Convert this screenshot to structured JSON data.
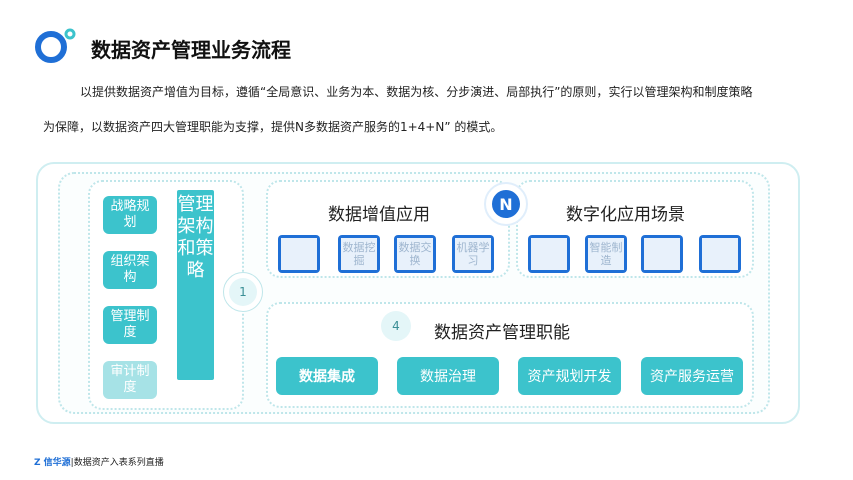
{
  "header": {
    "title": "数据资产管理业务流程",
    "paragraph_line1": "以提供数据资产增值为目标，遵循“全局意识、业务为本、数据为核、分步演进、局部执行”的原则，实行以管理架构和制度策略",
    "paragraph_line2": "为保障，以数据资产四大管理职能为支撑，提供N多数据资产服务的1+4+N”     的模式。"
  },
  "left_panel": {
    "items": [
      "战略规划",
      "组织架构",
      "管理制度",
      "审计制度"
    ],
    "vertical_label": "管理架构和策略",
    "badge": "1"
  },
  "value_apps": {
    "title": "数据增值应用",
    "tiles": [
      "",
      "数据挖掘",
      "数据交换",
      "机器学习"
    ]
  },
  "digital_scenes": {
    "title": "数字化应用场景",
    "tiles": [
      "",
      "智能制造",
      "",
      ""
    ]
  },
  "n_badge": "N",
  "mgmt": {
    "badge": "4",
    "title": "数据资产管理职能",
    "buttons": [
      "数据集成",
      "数据治理",
      "资产规划开发",
      "资产服务运营"
    ]
  },
  "footer": {
    "brand": "Z 信华源",
    "text": "|数据资产入表系列直播"
  },
  "colors": {
    "teal": "#3cc3cc",
    "blue": "#1f6fd6",
    "border": "#cfeef1"
  }
}
